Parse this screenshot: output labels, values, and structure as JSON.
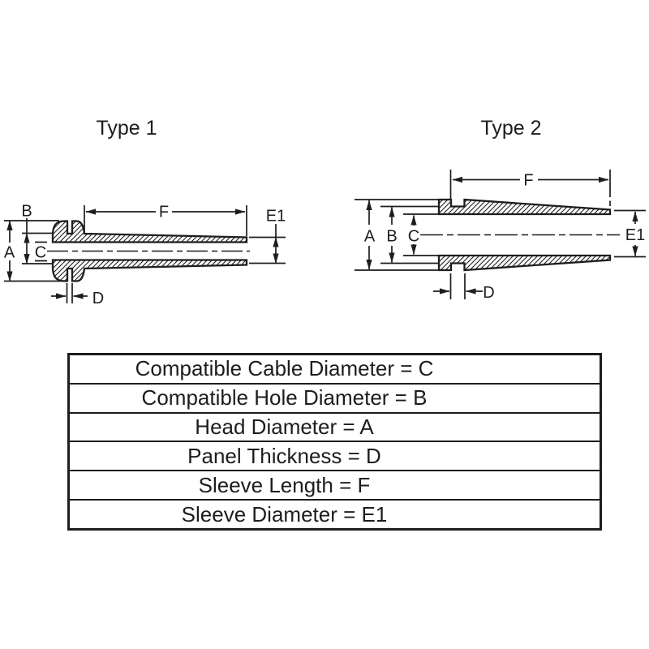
{
  "colors": {
    "ink": "#1d1d1d",
    "background": "#ffffff"
  },
  "diagrams": {
    "type1": {
      "title": "Type 1",
      "labels": {
        "a": "A",
        "b": "B",
        "c": "C",
        "d": "D",
        "f": "F",
        "e1": "E1"
      }
    },
    "type2": {
      "title": "Type 2",
      "labels": {
        "a": "A",
        "b": "B",
        "c": "C",
        "d": "D",
        "f": "F",
        "e1": "E1"
      }
    }
  },
  "legend_table": {
    "rows": [
      "Compatible Cable Diameter = C",
      "Compatible Hole Diameter = B",
      "Head Diameter = A",
      "Panel Thickness = D",
      "Sleeve Length = F",
      "Sleeve Diameter = E1"
    ]
  }
}
